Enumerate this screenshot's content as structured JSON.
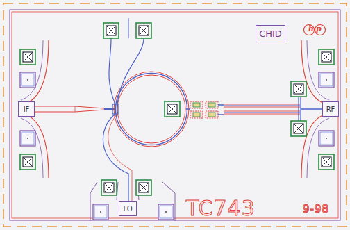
{
  "diagram": {
    "nodes": [
      {
        "text": [
          "CHID"
        ]
      },
      {
        "text": [
          "IF"
        ]
      },
      {
        "text": [
          "RF"
        ]
      },
      {
        "text": [
          "LO"
        ]
      }
    ],
    "labels": [
      "TC743",
      "9-98",
      "hp"
    ]
  }
}
